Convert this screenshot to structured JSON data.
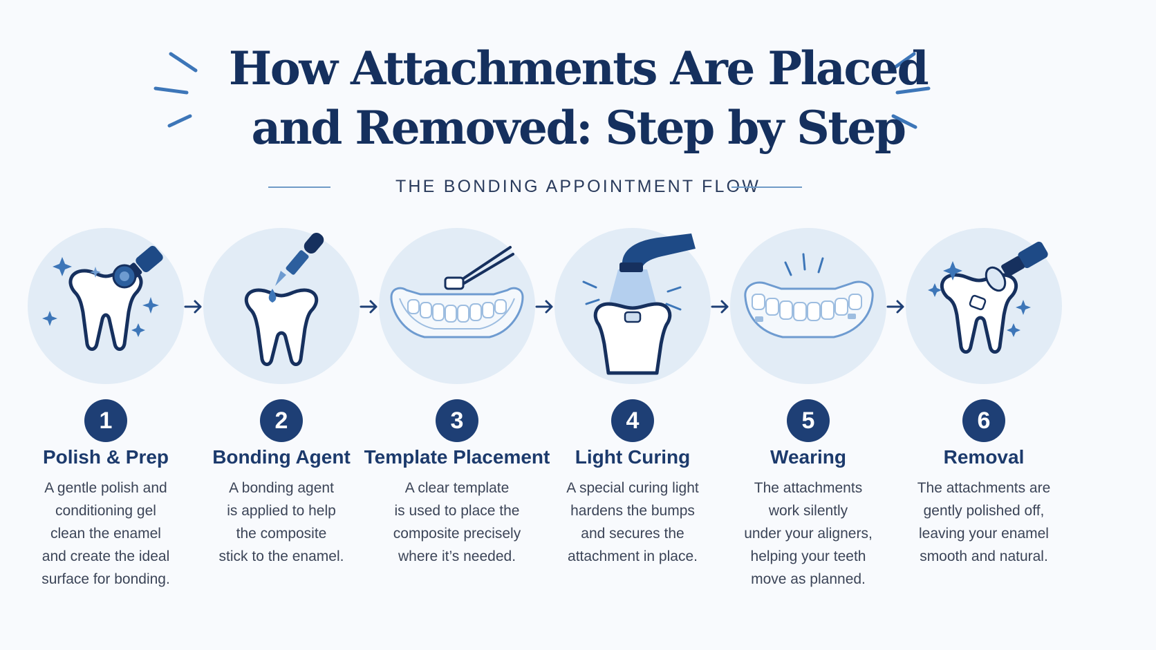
{
  "title": {
    "line1": "How Attachments Are Placed",
    "line2": "and Removed: Step by Step"
  },
  "subtitle": "THE BONDING APPOINTMENT FLOW",
  "colors": {
    "navy": "#15305e",
    "accent": "#3d76b8",
    "circle_bg": "#e2ecf6",
    "badge": "#1e3f75"
  },
  "steps": [
    {
      "number": "1",
      "title": "Polish & Prep",
      "description": "A gentle polish and\nconditioning gel\nclean the enamel\nand create the ideal\nsurface for bonding.",
      "icon": "polishing-tooth-icon"
    },
    {
      "number": "2",
      "title": "Bonding Agent",
      "description": "A bonding agent\nis applied to help\nthe composite\nstick to the enamel.",
      "icon": "dropper-tooth-icon"
    },
    {
      "number": "3",
      "title": "Template Placement",
      "description": "A clear template\nis used to place the\ncomposite precisely\nwhere it’s needed.",
      "icon": "template-tray-icon"
    },
    {
      "number": "4",
      "title": "Light Curing",
      "description": "A special curing light\nhardens the bumps\nand secures the\nattachment in place.",
      "icon": "curing-light-icon"
    },
    {
      "number": "5",
      "title": "Wearing",
      "description": "The  attachments\nwork silently\nunder your aligners,\nhelping your teeth\nmove as planned.",
      "icon": "aligner-icon"
    },
    {
      "number": "6",
      "title": "Removal",
      "description": "The attachments are\ngently polished off,\nleaving your enamel\nsmooth and natural.",
      "icon": "removal-tooth-icon"
    }
  ]
}
